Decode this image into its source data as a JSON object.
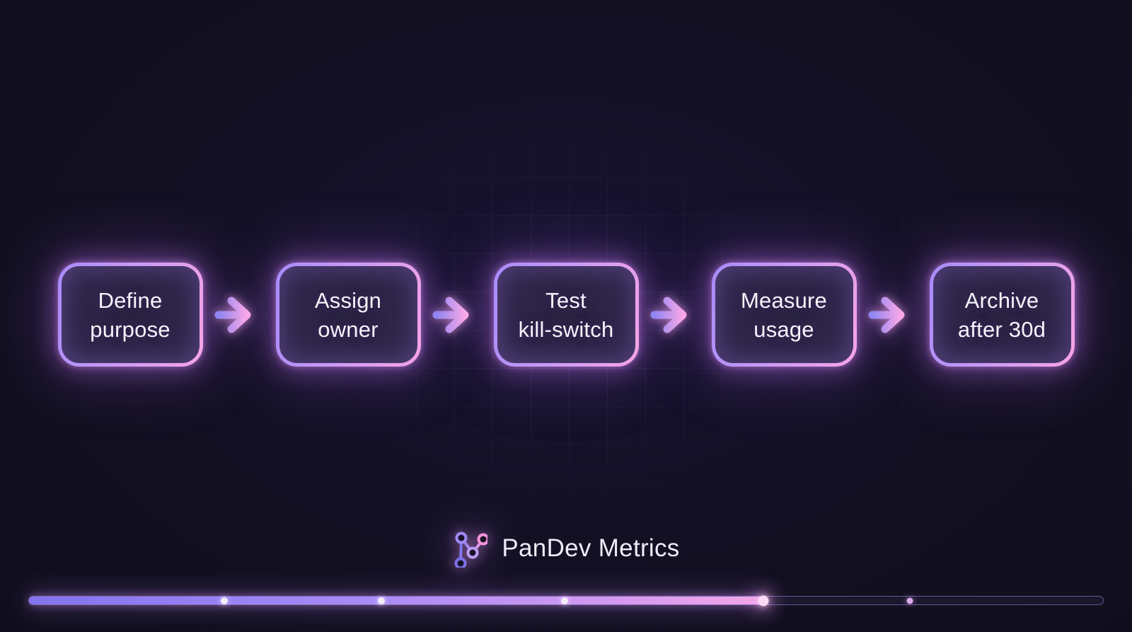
{
  "flow": {
    "steps": [
      {
        "line1": "Define",
        "line2": "purpose"
      },
      {
        "line1": "Assign",
        "line2": "owner"
      },
      {
        "line1": "Test",
        "line2": "kill-switch"
      },
      {
        "line1": "Measure",
        "line2": "usage"
      },
      {
        "line1": "Archive",
        "line2": "after 30d"
      }
    ],
    "connector_icon": "arrow-right-icon"
  },
  "brand": {
    "name": "PanDev Metrics",
    "logo_icon": "network-graph-icon"
  },
  "progress": {
    "fill_percent": 68.4,
    "playhead_percent": 68.4,
    "markers": [
      {
        "percent": 18.2,
        "state": "done"
      },
      {
        "percent": 32.8,
        "state": "done"
      },
      {
        "percent": 49.9,
        "state": "done"
      },
      {
        "percent": 82.0,
        "state": "upcoming"
      }
    ]
  },
  "colors": {
    "background": "#131022",
    "accent_purple": "#9d8cfa",
    "accent_pink": "#f7a6e4",
    "text": "#f4f2fb"
  }
}
